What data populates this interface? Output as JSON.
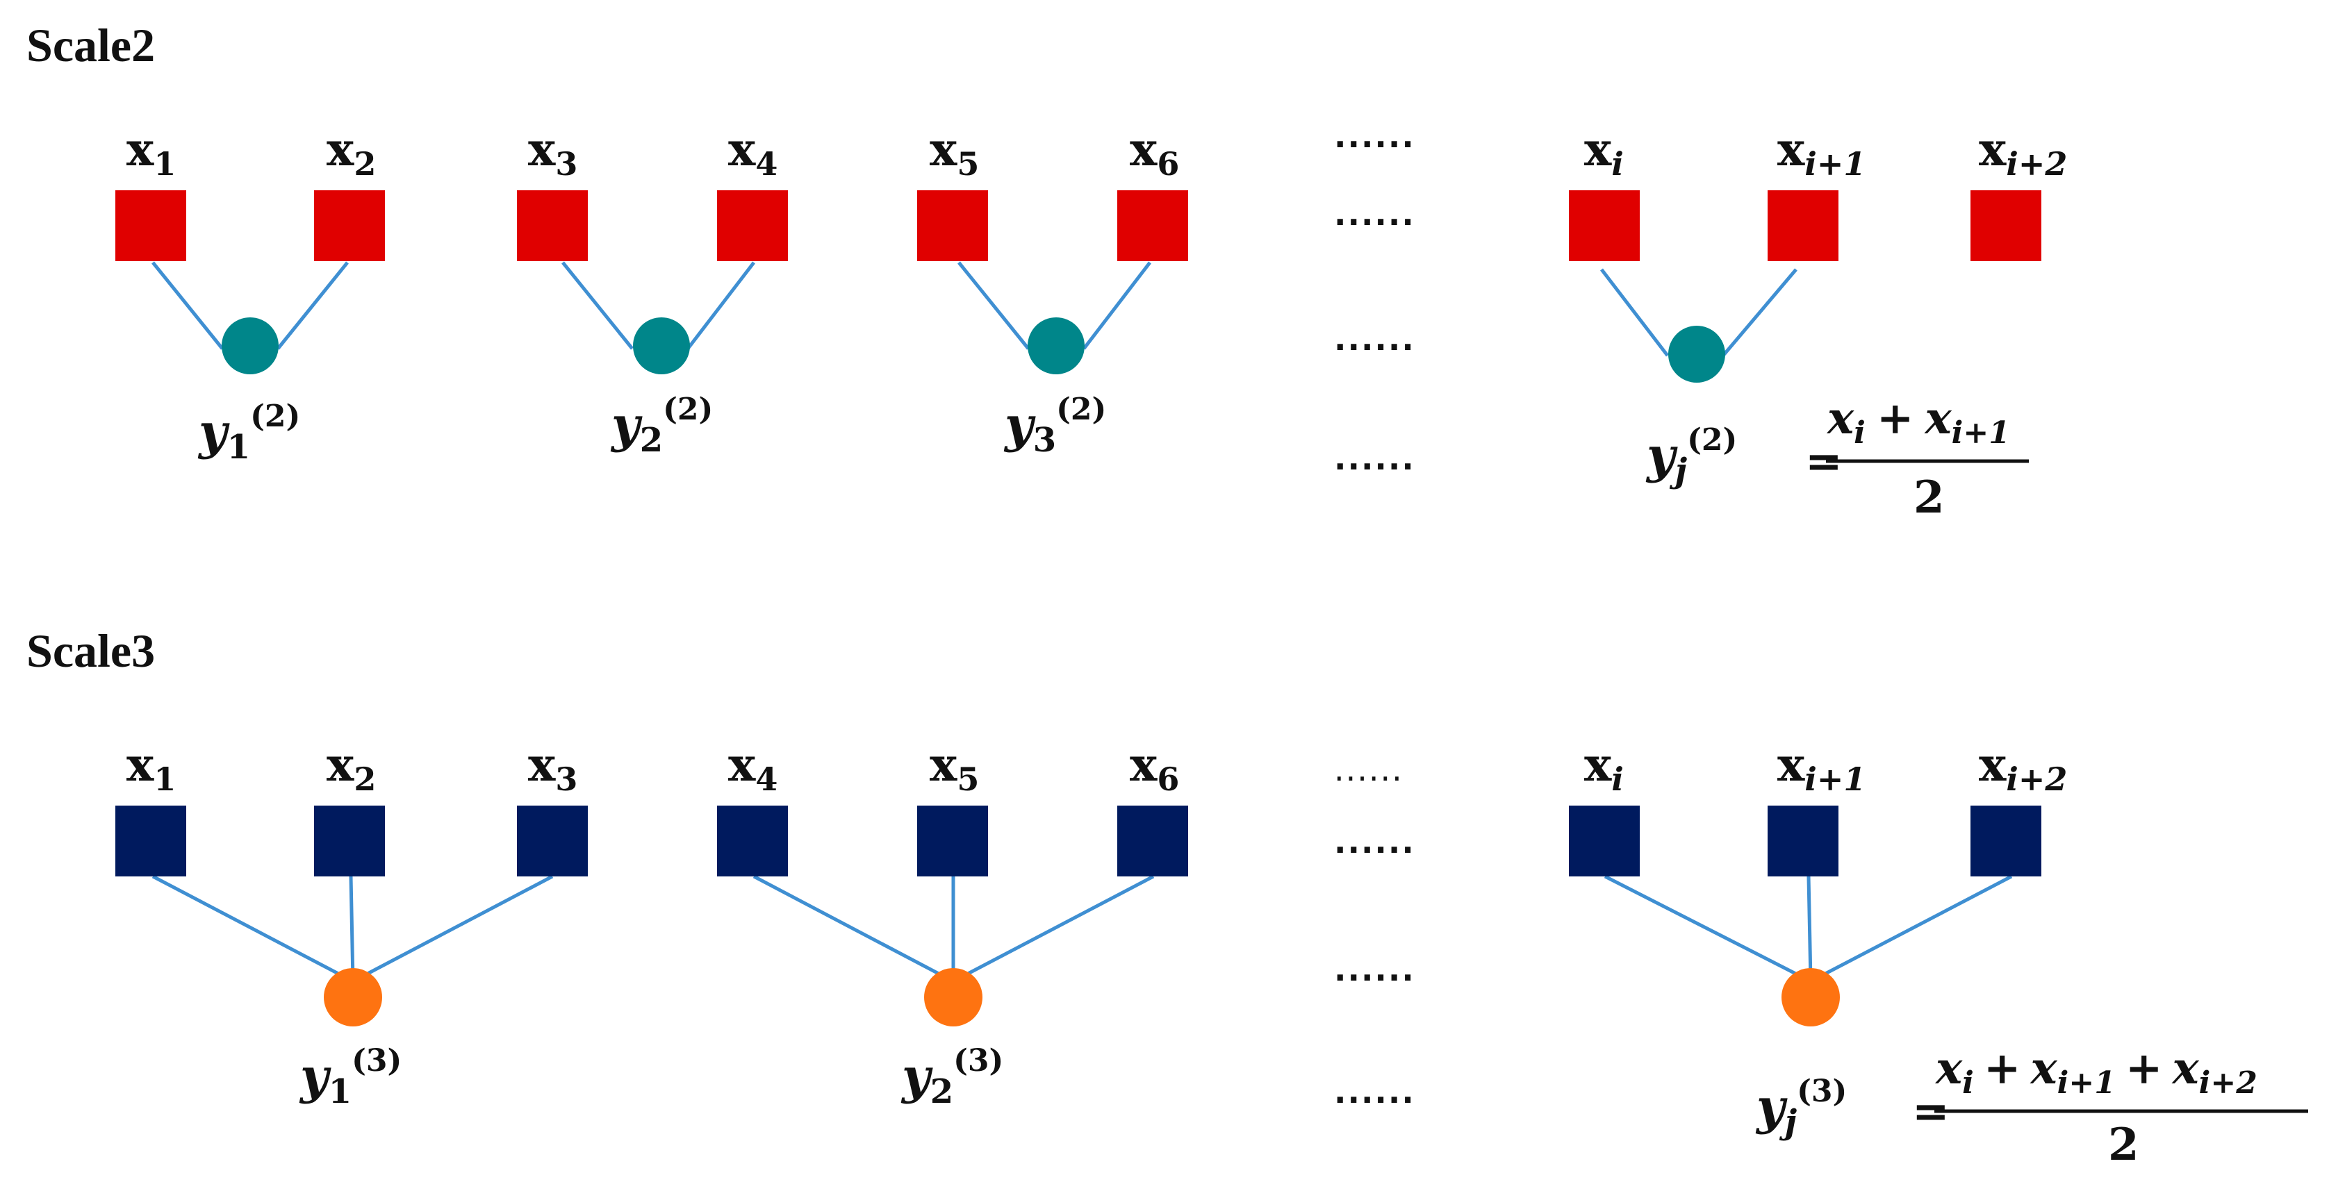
{
  "colors": {
    "scale2_input": "#e00000",
    "scale2_output": "#00868a",
    "scale3_input": "#001a5e",
    "scale3_output": "#fe7311",
    "link": "#3f8fd2",
    "text": "#111111"
  },
  "ellipsis": "......",
  "scale2": {
    "title": "Scale2",
    "inputs": [
      {
        "base": "x",
        "sub": "1"
      },
      {
        "base": "x",
        "sub": "2"
      },
      {
        "base": "x",
        "sub": "3"
      },
      {
        "base": "x",
        "sub": "4"
      },
      {
        "base": "x",
        "sub": "5"
      },
      {
        "base": "x",
        "sub": "6"
      },
      {
        "base": "x",
        "sub": "i"
      },
      {
        "base": "x",
        "sub": "i+1"
      },
      {
        "base": "x",
        "sub": "i+2"
      }
    ],
    "outputs": [
      {
        "base": "y",
        "sub": "1",
        "sup": "(2)"
      },
      {
        "base": "y",
        "sub": "2",
        "sup": "(2)"
      },
      {
        "base": "y",
        "sub": "3",
        "sup": "(2)"
      }
    ],
    "formula": {
      "lhs_base": "y",
      "lhs_sub": "j",
      "lhs_sup": "(2)",
      "equals": "=",
      "numerator": [
        {
          "base": "x",
          "sub": "i"
        },
        {
          "op": "+"
        },
        {
          "base": "x",
          "sub": "i+1"
        }
      ],
      "denominator": "2"
    }
  },
  "scale3": {
    "title": "Scale3",
    "inputs": [
      {
        "base": "x",
        "sub": "1"
      },
      {
        "base": "x",
        "sub": "2"
      },
      {
        "base": "x",
        "sub": "3"
      },
      {
        "base": "x",
        "sub": "4"
      },
      {
        "base": "x",
        "sub": "5"
      },
      {
        "base": "x",
        "sub": "6"
      },
      {
        "base": "x",
        "sub": "i"
      },
      {
        "base": "x",
        "sub": "i+1"
      },
      {
        "base": "x",
        "sub": "i+2"
      }
    ],
    "outputs": [
      {
        "base": "y",
        "sub": "1",
        "sup": "(3)"
      },
      {
        "base": "y",
        "sub": "2",
        "sup": "(3)"
      }
    ],
    "formula": {
      "lhs_base": "y",
      "lhs_sub": "j",
      "lhs_sup": "(3)",
      "equals": "=",
      "numerator": [
        {
          "base": "x",
          "sub": "i"
        },
        {
          "op": "+"
        },
        {
          "base": "x",
          "sub": "i+1"
        },
        {
          "op": "+"
        },
        {
          "base": "x",
          "sub": "i+2"
        }
      ],
      "denominator": "2"
    }
  }
}
